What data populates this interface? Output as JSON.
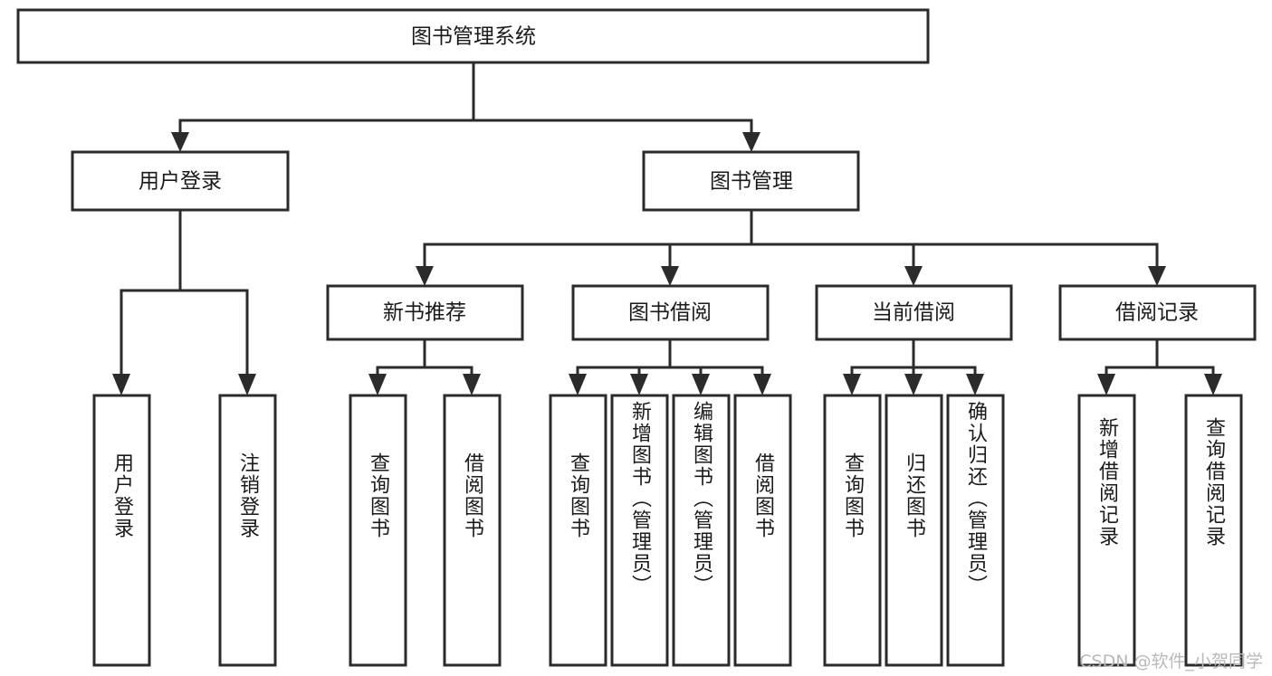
{
  "diagram": {
    "type": "tree",
    "title": "图书管理系统",
    "orientation": "top-down",
    "colors": {
      "box_stroke": "#2b2b2b",
      "box_fill": "#ffffff",
      "connector": "#2b2b2b",
      "text": "#1a1a1a",
      "watermark": "#b9b9b9",
      "background": "#ffffff"
    },
    "root": {
      "label": "图书管理系统",
      "children": [
        {
          "label": "用户登录",
          "children": [
            {
              "label": "用户登录"
            },
            {
              "label": "注销登录"
            }
          ]
        },
        {
          "label": "图书管理",
          "children": [
            {
              "label": "新书推荐",
              "children": [
                {
                  "label": "查询图书"
                },
                {
                  "label": "借阅图书"
                }
              ]
            },
            {
              "label": "图书借阅",
              "children": [
                {
                  "label": "查询图书"
                },
                {
                  "label": "新增图书（管理员）"
                },
                {
                  "label": "编辑图书（管理员）"
                },
                {
                  "label": "借阅图书"
                }
              ]
            },
            {
              "label": "当前借阅",
              "children": [
                {
                  "label": "查询图书"
                },
                {
                  "label": "归还图书"
                },
                {
                  "label": "确认归还（管理员）"
                }
              ]
            },
            {
              "label": "借阅记录",
              "children": [
                {
                  "label": "新增借阅记录"
                },
                {
                  "label": "查询借阅记录"
                }
              ]
            }
          ]
        }
      ]
    },
    "nodes": {
      "root": {
        "label": "图书管理系统"
      },
      "level1": [
        {
          "label": "用户登录"
        },
        {
          "label": "图书管理"
        }
      ],
      "level2": [
        {
          "label": "新书推荐"
        },
        {
          "label": "图书借阅"
        },
        {
          "label": "当前借阅"
        },
        {
          "label": "借阅记录"
        }
      ],
      "leaves": [
        {
          "label": "用户登录"
        },
        {
          "label": "注销登录"
        },
        {
          "label": "查询图书"
        },
        {
          "label": "借阅图书"
        },
        {
          "label": "查询图书"
        },
        {
          "label": "新增图书（管理员）"
        },
        {
          "label": "编辑图书（管理员）"
        },
        {
          "label": "借阅图书"
        },
        {
          "label": "查询图书"
        },
        {
          "label": "归还图书"
        },
        {
          "label": "确认归还（管理员）"
        },
        {
          "label": "新增借阅记录"
        },
        {
          "label": "查询借阅记录"
        }
      ]
    }
  },
  "watermark": {
    "text": "CSDN @软件_小贺同学"
  }
}
